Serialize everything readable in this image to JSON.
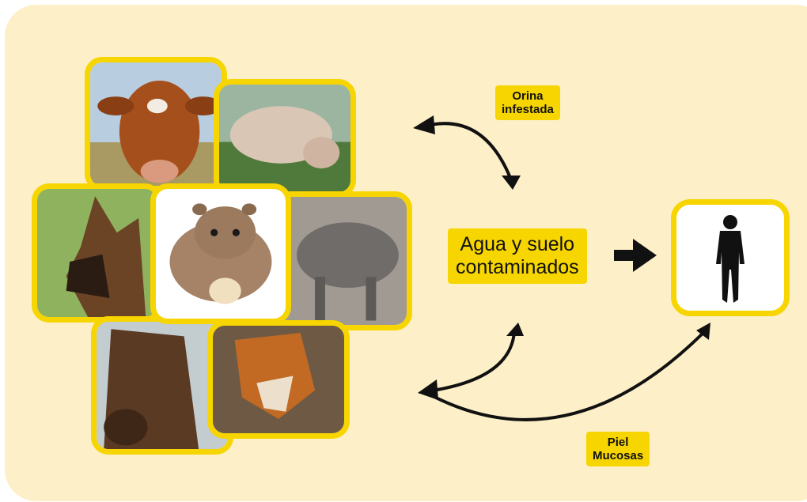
{
  "labels": {
    "urine": [
      "Orina",
      "infestada"
    ],
    "environment": [
      "Agua y suelo",
      "contaminados"
    ],
    "skin": [
      "Piel",
      "Mucosas"
    ]
  },
  "animals": [
    "cow-photo",
    "pig-photo",
    "dog-photo",
    "hamster-photo",
    "boar-photo",
    "horse-photo",
    "fox-photo"
  ],
  "colors": {
    "accent": "#f7d500",
    "background": "#fdf0c8",
    "arrow": "#111111"
  }
}
